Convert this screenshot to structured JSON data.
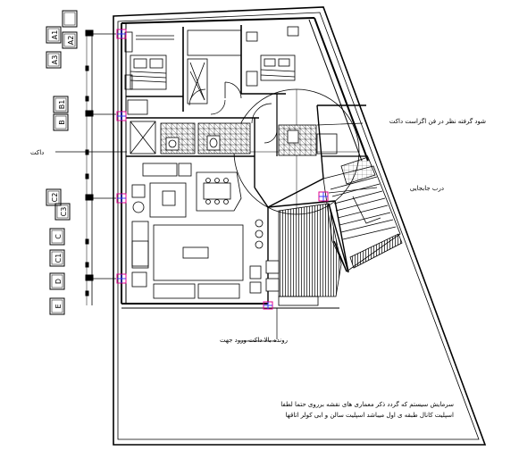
{
  "axis_tags": [
    "A3",
    "A2",
    "A1",
    "B1",
    "B",
    "C2",
    "C3",
    "C",
    "C1",
    "D",
    "E"
  ],
  "labels": {
    "shaft_note": "شود گرفته نظر در فن اگزاست داکت",
    "duct": "داکت",
    "opening_direction": "درب جابجایی",
    "duct_direction": "رونده بالا داکت ورود جهت",
    "note_line1": "سرمایش سیستم که گردد ذکر معماری های نقشه برروی حتما لطفا",
    "note_line2": "اسپلیت کانال طبقه ی اول میباشد اسپلیت سالن و ابی کولر اتاقها"
  },
  "colors": {
    "line": "#000000",
    "column_marker": "#e0008c",
    "column_marker_inner": "#3b3bff"
  }
}
